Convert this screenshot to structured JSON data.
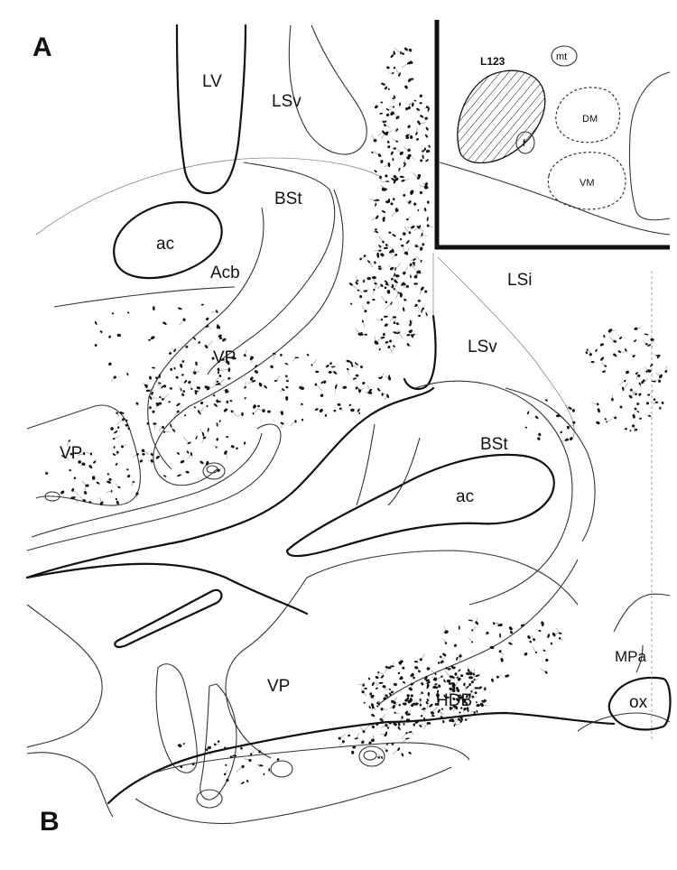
{
  "panels": {
    "top": "A",
    "bottom": "B"
  },
  "regions_a": {
    "lv": "LV",
    "lsv": "LSv",
    "bst": "BSt",
    "ac": "ac",
    "acb": "Acb",
    "vp_center": "VP",
    "vp_left": "VP"
  },
  "regions_b": {
    "lsi": "LSi",
    "lsv": "LSv",
    "bst": "BSt",
    "ac": "ac",
    "vp": "VP",
    "hdb": "HDB",
    "mpa": "MPa",
    "ox": "ox"
  },
  "inset": {
    "title": "L123",
    "mt": "mt",
    "f": "f",
    "dm": "DM",
    "vm": "VM"
  },
  "colors": {
    "ink": "#111111",
    "fibers": "#8a8fa8",
    "background": "#ffffff"
  }
}
